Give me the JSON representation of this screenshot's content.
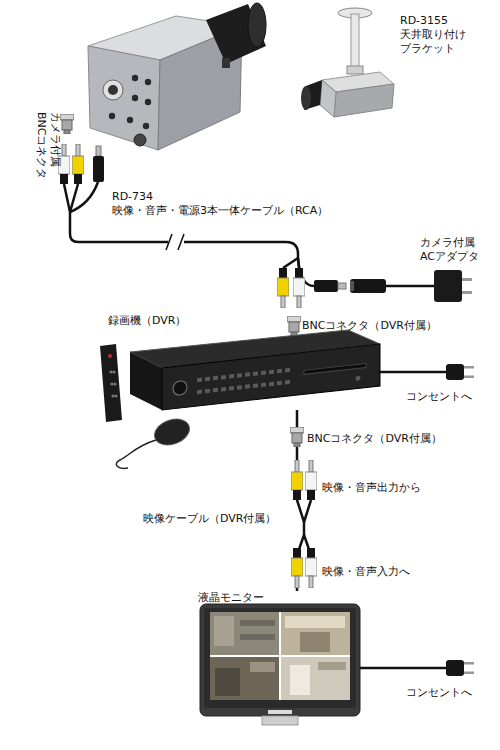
{
  "diagram": {
    "nodes": [
      {
        "text": [
          "録画機（DVR）"
        ]
      },
      {
        "text": [
          "液晶モニター"
        ]
      }
    ],
    "edges": [
      {
        "from": 0,
        "to": 1,
        "arrow": "none",
        "label": "映像ケーブル（DVR付属）"
      }
    ],
    "labels": [
      "RD-3155 天井取り付け ブラケット",
      "カメラ付属 BNCコネクタ",
      "RD-734 映像・音声・電源3本一体ケーブル（RCA）",
      "カメラ付属 ACアダプタ",
      "BNCコネクタ（DVR付属）",
      "コンセントへ",
      "BNCコネクタ（DVR付属）",
      "映像・音声出力から",
      "映像・音声入力へ",
      "コンセントへ"
    ]
  }
}
